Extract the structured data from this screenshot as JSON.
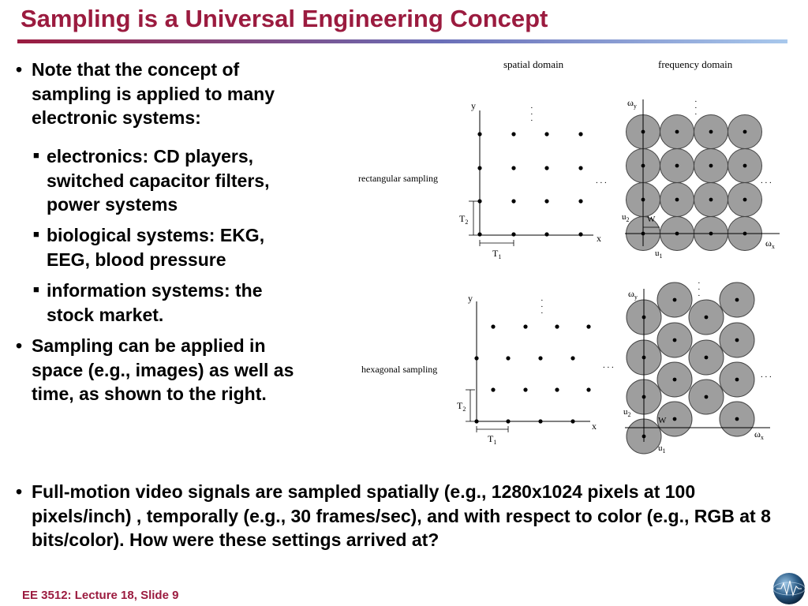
{
  "slide": {
    "title": "Sampling is a Universal Engineering Concept",
    "footer": "EE 3512: Lecture 18, Slide 9",
    "colors": {
      "title": "#9b1b3f",
      "rule_start": "#9b1b3f",
      "rule_end": "#a8c8ec",
      "disc": "#9e9e9e"
    }
  },
  "bullets": {
    "b1": "Note that the concept of sampling is applied to many electronic systems:",
    "s1": "electronics: CD players, switched capacitor filters, power systems",
    "s2": "biological systems: EKG, EEG, blood pressure",
    "s3": "information systems: the stock market.",
    "b2": "Sampling can be applied in space (e.g., images) as well as time, as shown to the right.",
    "b3": "Full-motion video signals are sampled spatially (e.g., 1280x1024 pixels at 100 pixels/inch) , temporally (e.g., 30 frames/sec), and with respect to color (e.g., RGB at 8 bits/color). How were these settings arrived at?"
  },
  "figure": {
    "headers": {
      "spatial": "spatial domain",
      "frequency": "frequency domain"
    },
    "rect_label": "rectangular sampling",
    "hex_label": "hexagonal sampling",
    "axes": {
      "y": "y",
      "x": "x",
      "wy": "ωy",
      "wx": "ωx"
    },
    "labels": {
      "T2": "T2",
      "T1": "T1",
      "u1": "u1",
      "u2": "u2",
      "W": "W",
      "ellipsis": ". . ."
    }
  }
}
